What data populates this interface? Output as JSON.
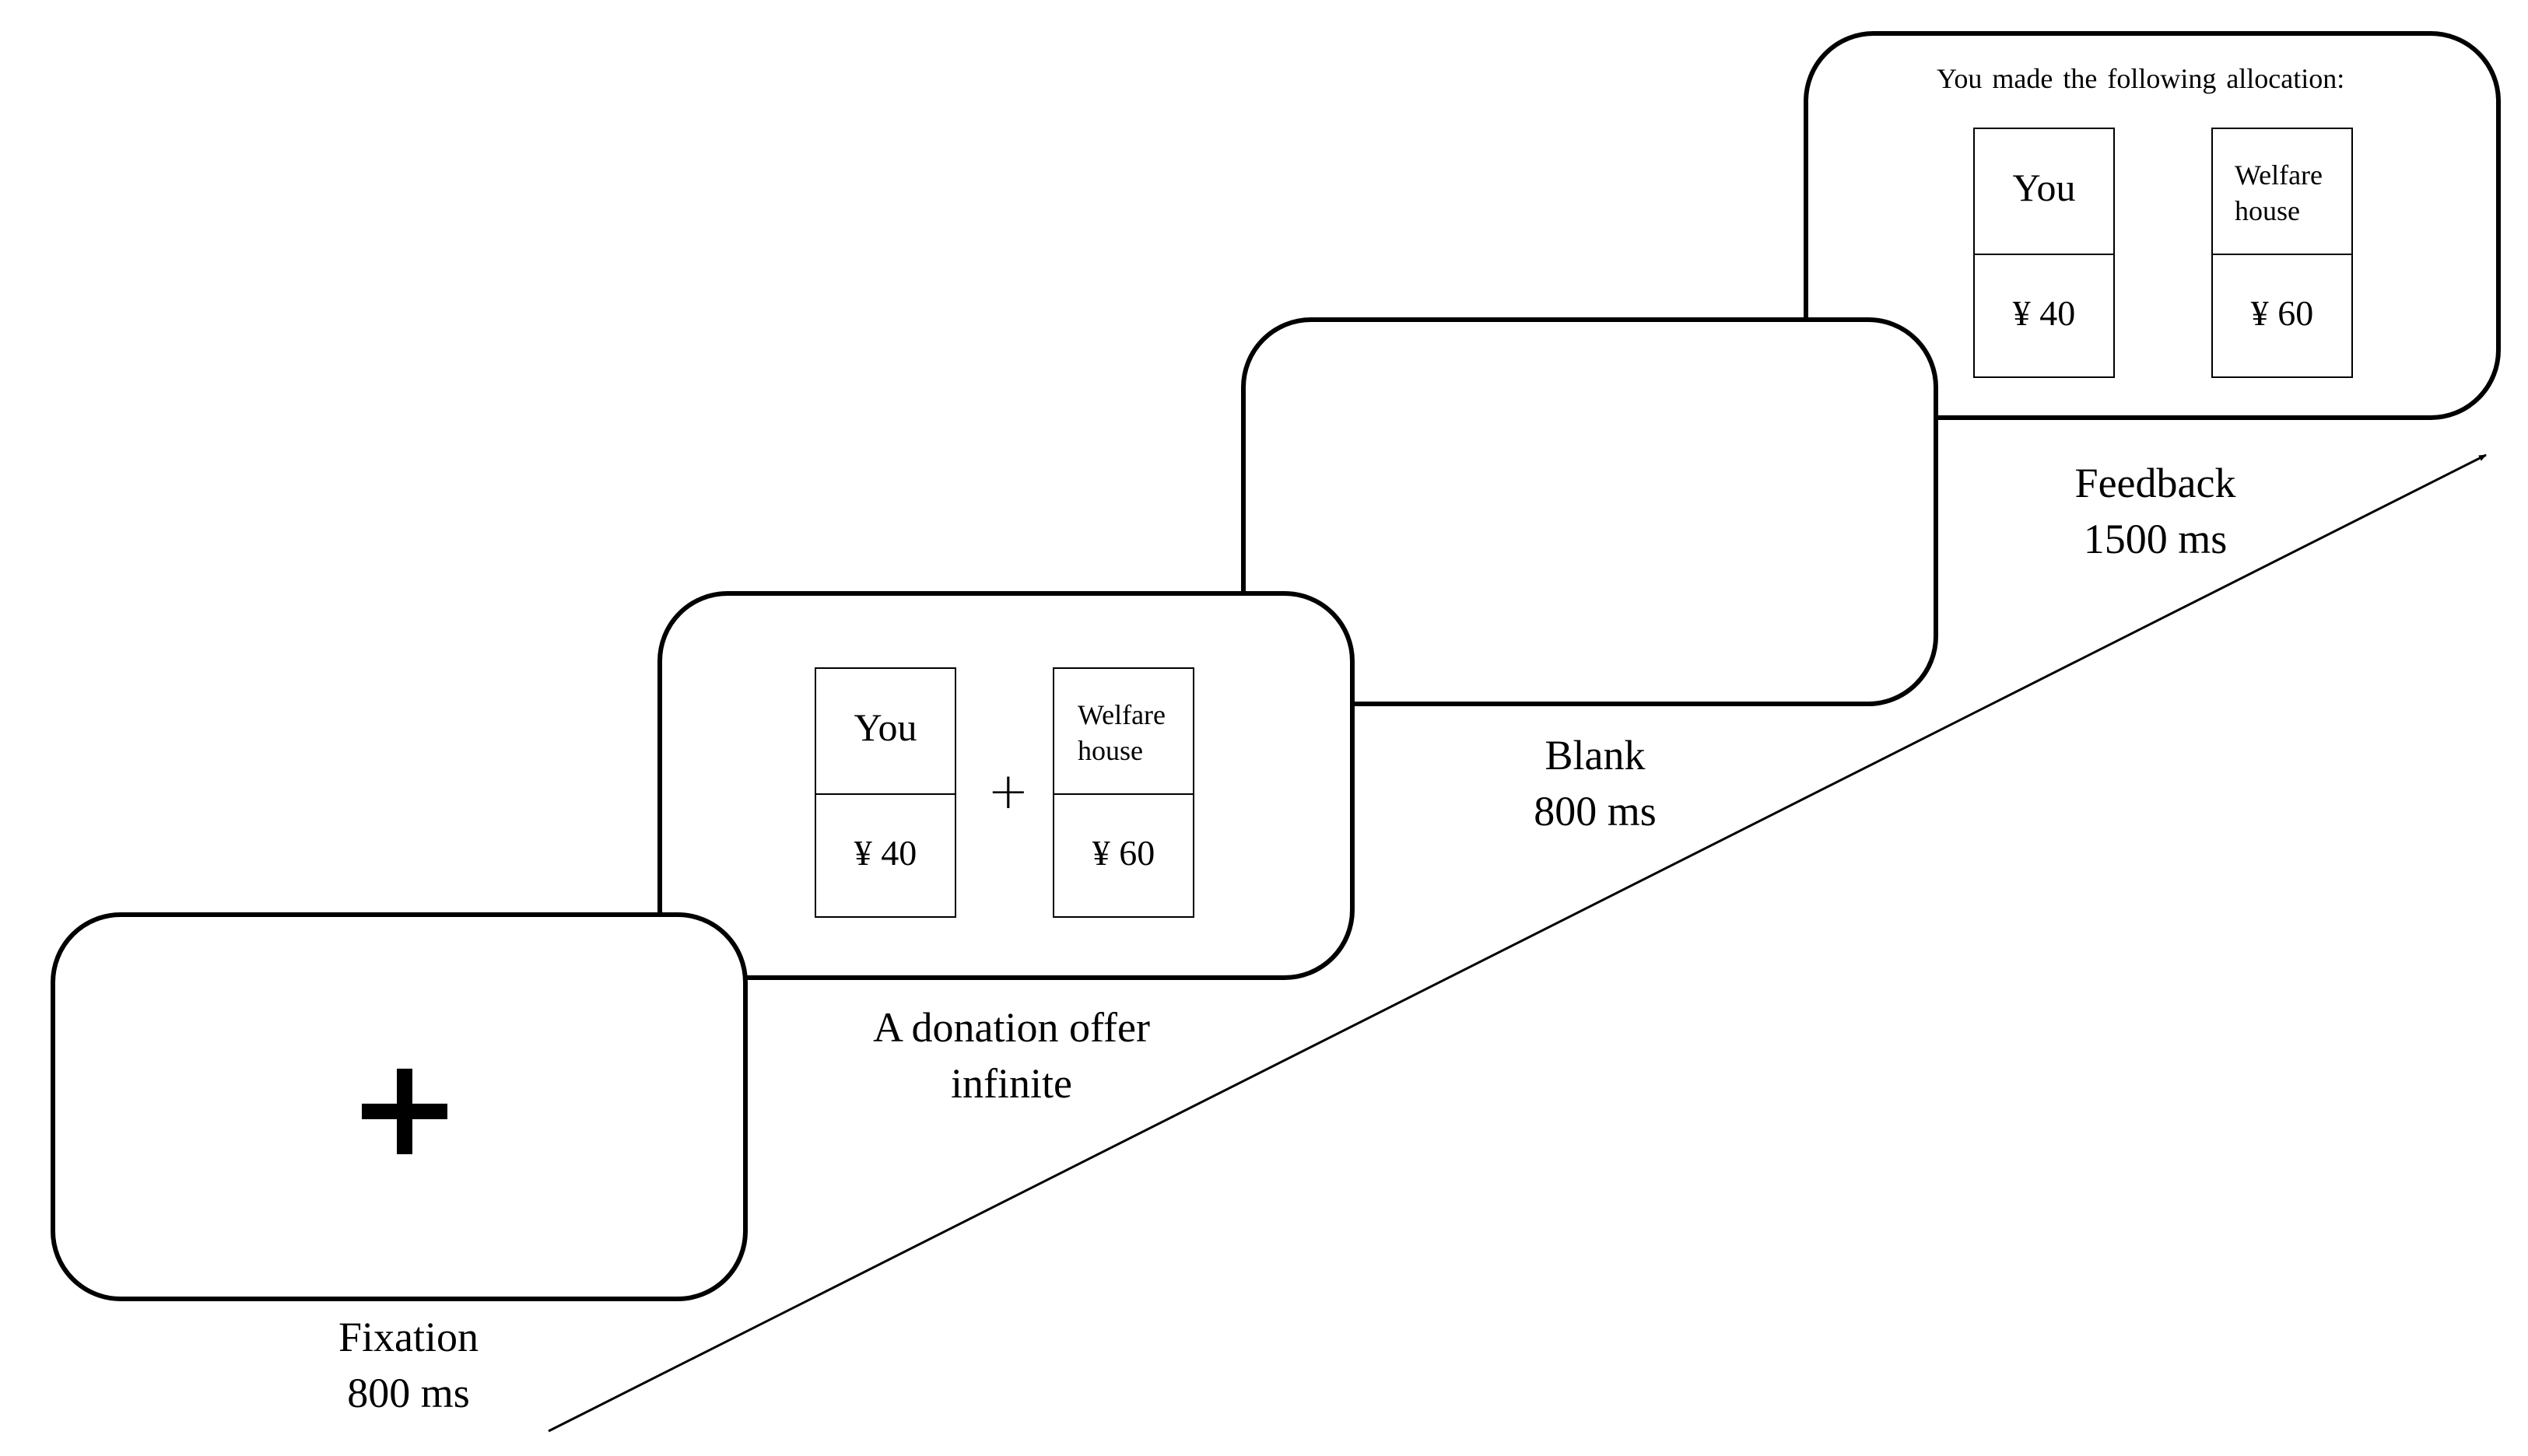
{
  "fixation": {
    "symbol": "+",
    "caption_line1": "Fixation",
    "caption_line2": "800 ms"
  },
  "offer": {
    "you_label": "You",
    "you_amount": "¥ 40",
    "separator": "+",
    "other_label_line1": "Welfare",
    "other_label_line2": "house",
    "other_amount": "¥ 60",
    "caption_line1": "A donation offer",
    "caption_line2": "infinite"
  },
  "blank": {
    "caption_line1": "Blank",
    "caption_line2": "800 ms"
  },
  "feedback": {
    "header": "You made the following allocation:",
    "you_label": "You",
    "you_amount": "¥ 40",
    "other_label_line1": "Welfare",
    "other_label_line2": "house",
    "other_amount": "¥ 60",
    "caption_line1": "Feedback",
    "caption_line2": "1500 ms"
  }
}
